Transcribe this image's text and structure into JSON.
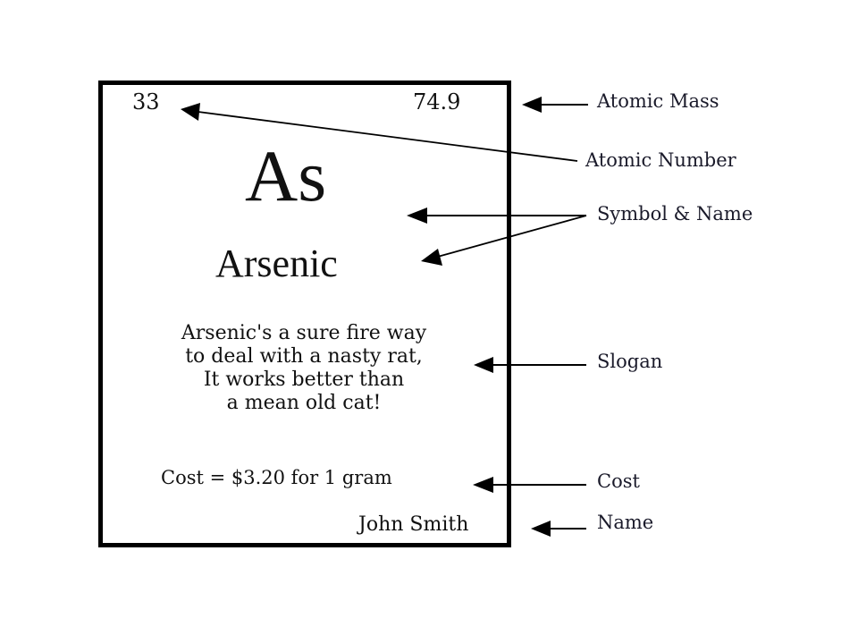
{
  "card": {
    "atomic_number": "33",
    "atomic_mass": "74.9",
    "symbol": "As",
    "element_name": "Arsenic",
    "slogan_lines": [
      "Arsenic's a sure fire way",
      "to deal with a nasty rat,",
      "It works better than",
      "a mean old cat!"
    ],
    "cost": "Cost = $3.20 for 1 gram",
    "student_name": "John Smith"
  },
  "labels": {
    "atomic_mass": "Atomic Mass",
    "atomic_number": "Atomic Number",
    "symbol_and_name": "Symbol & Name",
    "slogan": "Slogan",
    "cost": "Cost",
    "name": "Name"
  },
  "colors": {
    "border": "#000000",
    "text": "#111111",
    "background": "#ffffff"
  }
}
